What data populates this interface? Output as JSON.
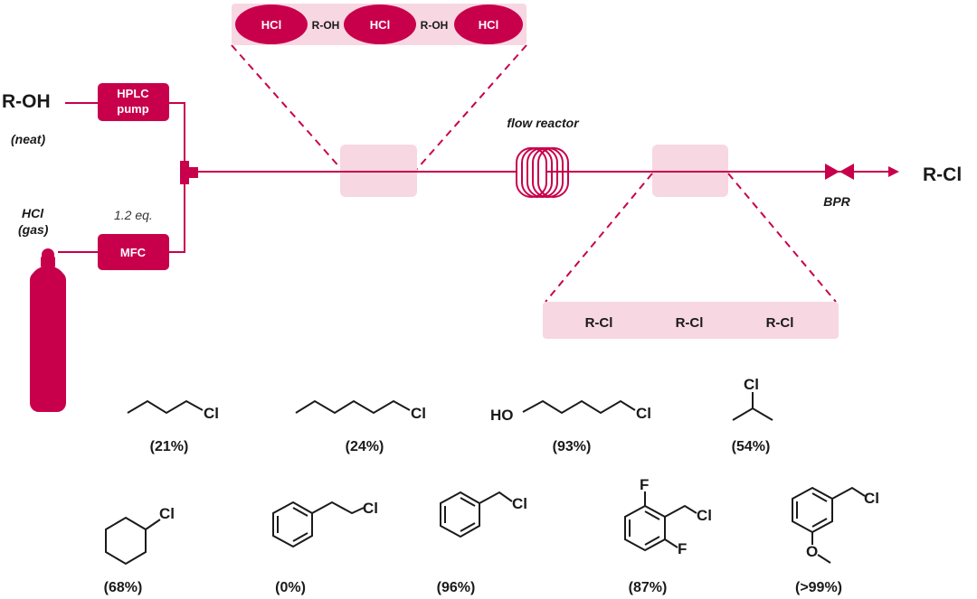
{
  "colors": {
    "primary": "#c8004c",
    "light_pink": "#f7d7e2",
    "dark": "#1a1a1a",
    "text_gray": "#333333"
  },
  "inputs": {
    "alcohol_label": "R-OH",
    "alcohol_note": "(neat)",
    "hcl_label_line1": "HCl",
    "hcl_label_line2": "(gas)",
    "equivalents": "1.2 eq."
  },
  "equipment": {
    "pump_line1": "HPLC",
    "pump_line2": "pump",
    "mfc": "MFC",
    "reactor": "flow reactor",
    "bpr": "BPR"
  },
  "output_label": "R-Cl",
  "segmented_flow": {
    "slugs": [
      "HCl",
      "HCl",
      "HCl"
    ],
    "separators": [
      "R-OH",
      "R-OH"
    ]
  },
  "product_zone": {
    "items": [
      "R-Cl",
      "R-Cl",
      "R-Cl"
    ]
  },
  "substrates": {
    "row1": [
      {
        "id": "1-chlorobutane",
        "yield": "(21%)",
        "atom_labels": [
          "Cl"
        ]
      },
      {
        "id": "1-chlorohexane",
        "yield": "(24%)",
        "atom_labels": [
          "Cl"
        ]
      },
      {
        "id": "5-chloropentanol",
        "yield": "(93%)",
        "atom_labels": [
          "HO",
          "Cl"
        ]
      },
      {
        "id": "2-chloropropane",
        "yield": "(54%)",
        "atom_labels": [
          "Cl"
        ]
      }
    ],
    "row2": [
      {
        "id": "chlorocyclohexane",
        "yield": "(68%)",
        "atom_labels": [
          "Cl"
        ]
      },
      {
        "id": "phenethyl-chloride",
        "yield": "(0%)",
        "atom_labels": [
          "Cl"
        ]
      },
      {
        "id": "benzyl-chloride",
        "yield": "(96%)",
        "atom_labels": [
          "Cl"
        ]
      },
      {
        "id": "difluorobenzyl-chloride",
        "yield": "(87%)",
        "atom_labels": [
          "F",
          "Cl",
          "F"
        ]
      },
      {
        "id": "methoxybenzyl-chloride",
        "yield": "(>99%)",
        "atom_labels": [
          "Cl",
          "O"
        ]
      }
    ]
  }
}
